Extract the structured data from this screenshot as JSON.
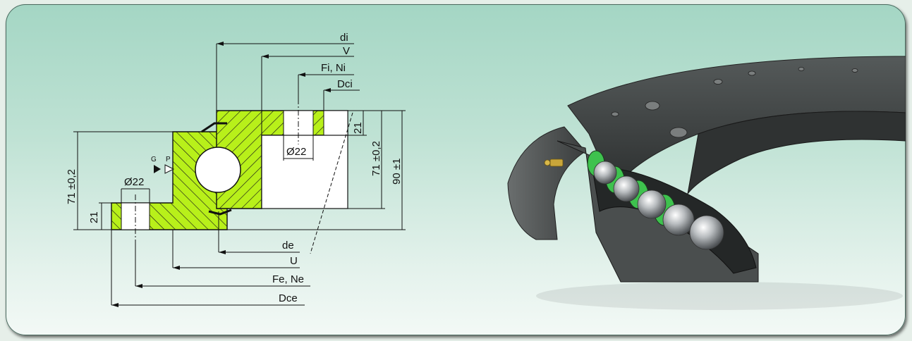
{
  "diagram": {
    "labels": {
      "di": "di",
      "V": "V",
      "FiNi": "Fi, Ni",
      "Dci": "Dci",
      "de": "de",
      "U": "U",
      "FeNe": "Fe, Ne",
      "Dce": "Dce",
      "hole_inner": "Ø22",
      "hole_outer": "Ø22",
      "dim_71_left": "71 ±0,2",
      "dim_21_left": "21",
      "dim_21_right": "21",
      "dim_71_right": "71 ±0,2",
      "dim_90": "90 ±1",
      "marker_g": "G",
      "marker_p": "P"
    },
    "colors": {
      "section_fill": "#b8f01a",
      "hatch": "#1a1a1a",
      "background_top": "#a4d6c4",
      "background_bottom": "#f3f9f6"
    }
  },
  "photo": {
    "subject": "slewing-ring-bearing-cutaway-render",
    "colors": {
      "ring": "#3a3d3d",
      "spacer": "#3ec24e",
      "ball": "#b8bcbf"
    }
  }
}
